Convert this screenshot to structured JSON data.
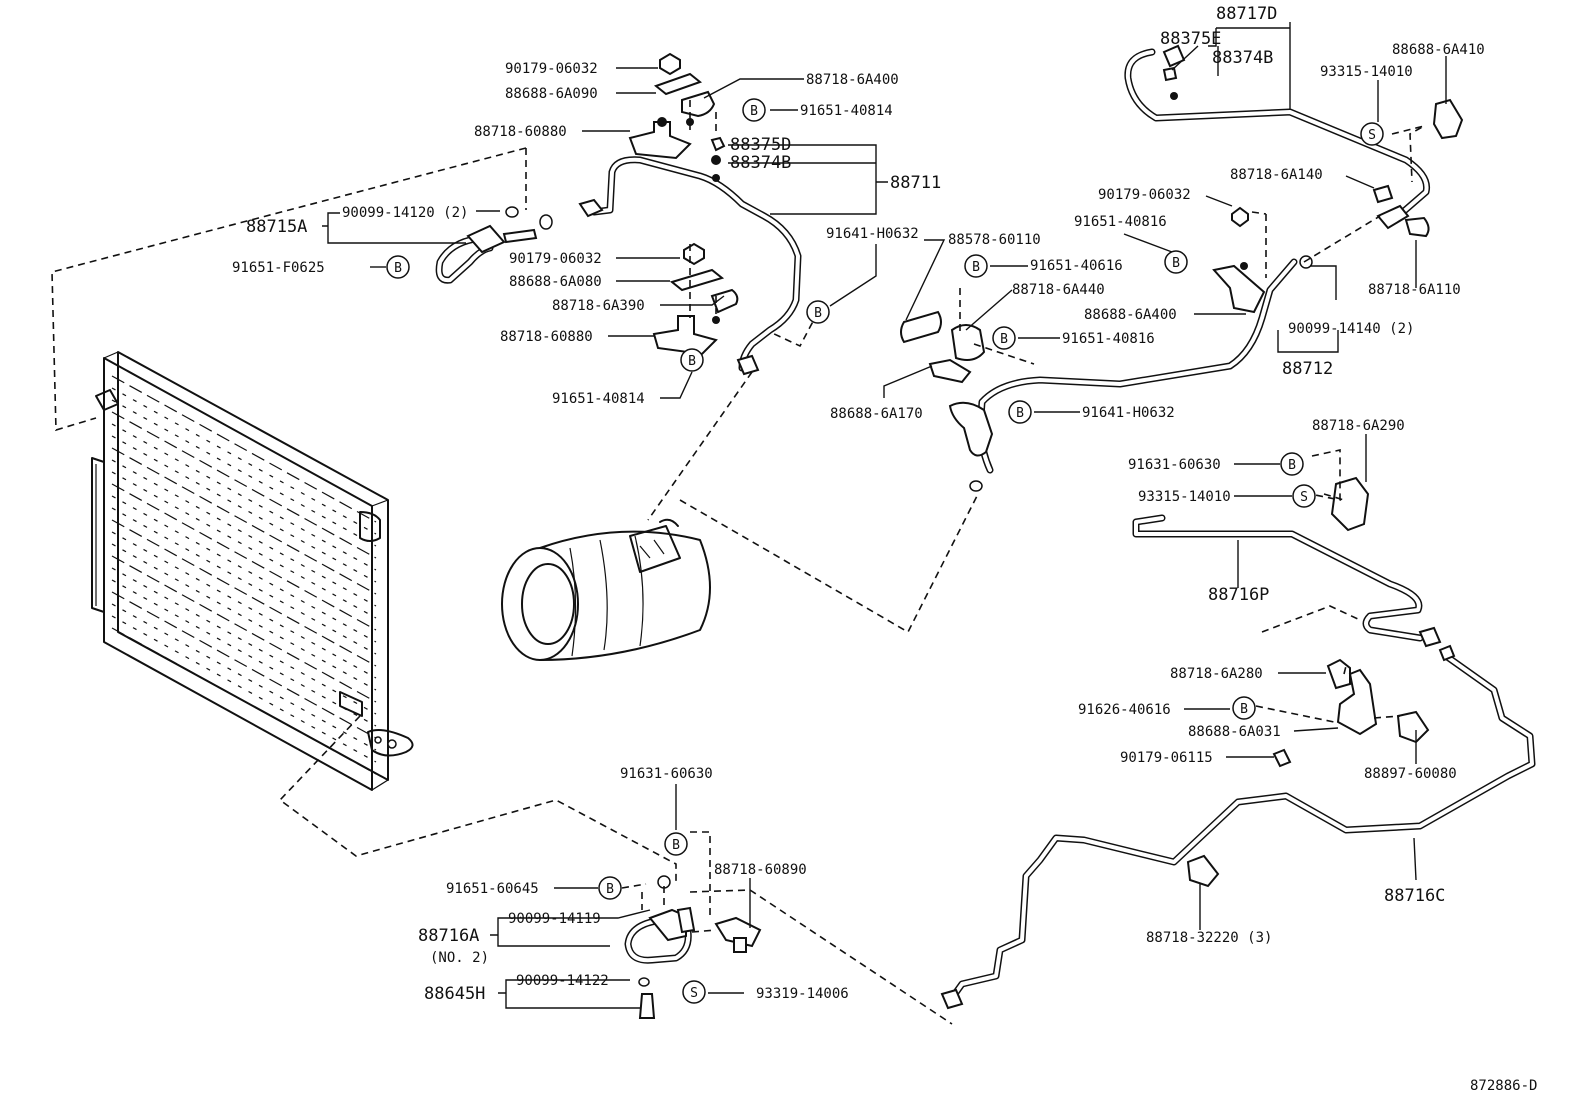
{
  "labels": {
    "p90179_06032_a": "90179-06032",
    "p88688_6A090": "88688-6A090",
    "p88718_6A400": "88718-6A400",
    "p91651_40814_a": "91651-40814",
    "p88718_60880_a": "88718-60880",
    "p88375D": "88375D",
    "p88374B": "88374B",
    "p88711": "88711",
    "p88715A": "88715A",
    "p90099_14120": "90099-14120 (2)",
    "p91651_F0625": "91651-F0625",
    "p90179_06032_b": "90179-06032",
    "p88688_6A080": "88688-6A080",
    "p88718_6A390": "88718-6A390",
    "p88718_60880_b": "88718-60880",
    "p91651_40814_b": "91651-40814",
    "p91641_H0632_a": "91641-H0632",
    "p88717D": "88717D",
    "p88375E": "88375E",
    "p88374B_b": "88374B",
    "p88688_6A410": "88688-6A410",
    "p93315_14010_a": "93315-14010",
    "p88718_6A140": "88718-6A140",
    "p90179_06032_c": "90179-06032",
    "p91651_40816_a": "91651-40816",
    "p88578_60110": "88578-60110",
    "p91651_40616": "91651-40616",
    "p88718_6A440": "88718-6A440",
    "p88688_6A400": "88688-6A400",
    "p91651_40816_b": "91651-40816",
    "p88718_6A110": "88718-6A110",
    "p90099_14140": "90099-14140 (2)",
    "p88712": "88712",
    "p88688_6A170": "88688-6A170",
    "p91641_H0632_b": "91641-H0632",
    "p88718_6A290": "88718-6A290",
    "p91631_60630_a": "91631-60630",
    "p93315_14010_b": "93315-14010",
    "p88716P": "88716P",
    "p88718_6A280": "88718-6A280",
    "p91626_40616": "91626-40616",
    "p88688_6A031": "88688-6A031",
    "p90179_06115": "90179-06115",
    "p88897_60080": "88897-60080",
    "p91631_60630_b": "91631-60630",
    "p88718_60890": "88718-60890",
    "p91651_60645": "91651-60645",
    "p90099_14119": "90099-14119",
    "p88716A": "88716A",
    "p88716A_no2": "(NO. 2)",
    "p90099_14122": "90099-14122",
    "p88645H": "88645H",
    "p93319_14006": "93319-14006",
    "p88716C": "88716C",
    "p88718_32220": "88718-32220 (3)",
    "figure_code": "872886-D"
  },
  "callouts": {
    "bolt": "B",
    "screw": "S"
  }
}
